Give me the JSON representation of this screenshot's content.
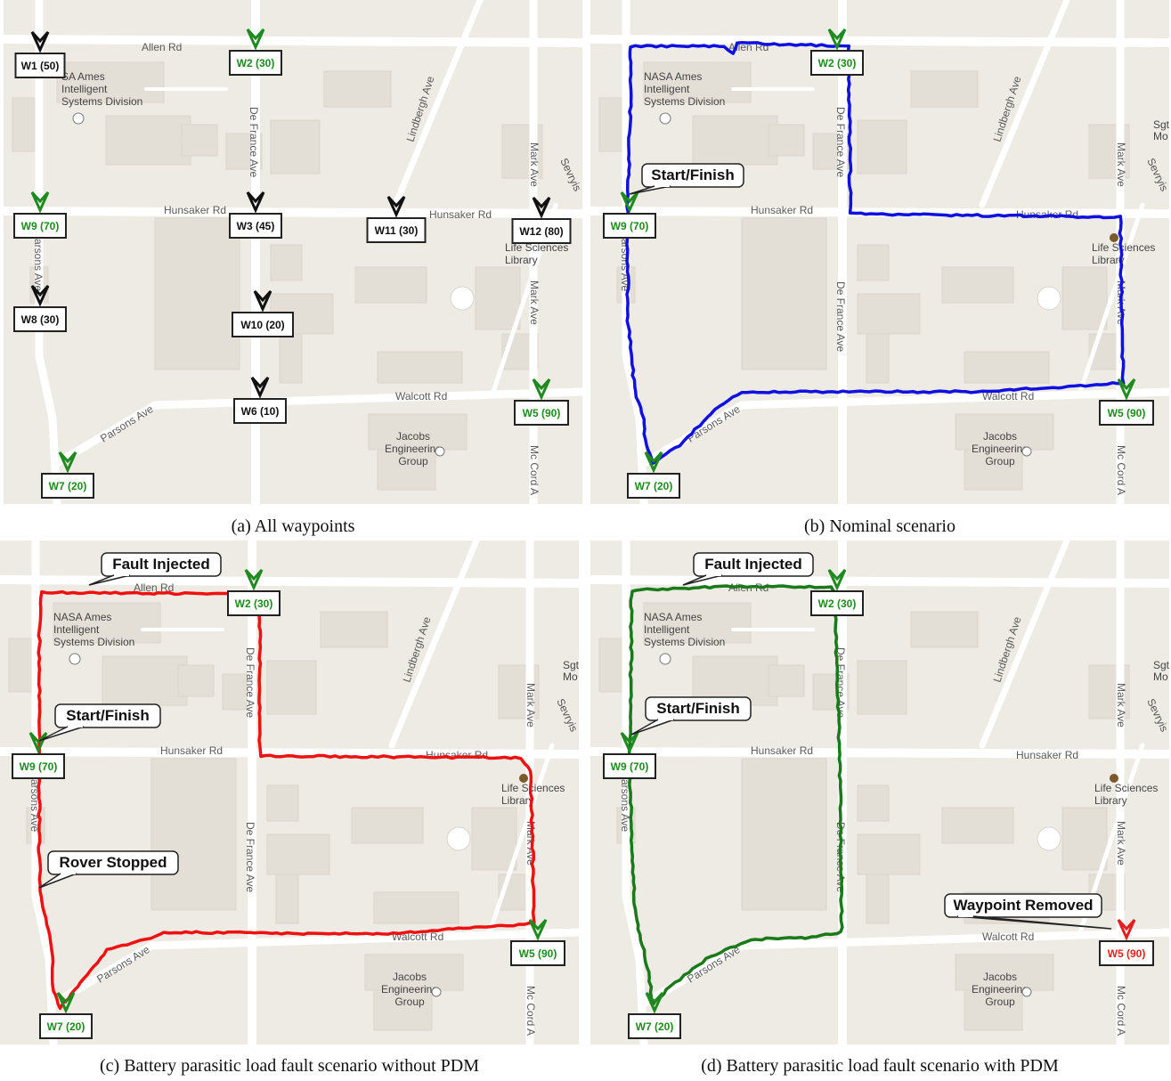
{
  "map_labels": {
    "allen": "Allen Rd",
    "hunsaker": "Hunsaker Rd",
    "walcott": "Walcott Rd",
    "defrance": "De France Ave",
    "lindbergh": "Lindbergh Ave",
    "mark": "Mark Ave",
    "parsons": "Parsons Ave",
    "parsons_st": "arsons Ave",
    "mccord": "Mc Cord A",
    "nasa": [
      "NASA Ames",
      "Intelligent",
      "Systems Division"
    ],
    "nasa_a": [
      "SA Ames",
      "Intelligent",
      "Systems Division"
    ],
    "life": [
      "Life Sciences",
      "Library"
    ],
    "jacobs": [
      "Jacobs",
      "Engineering",
      "Group"
    ],
    "sgt": [
      "Sgt",
      "Mo"
    ],
    "sevry": "Sevryis"
  },
  "panels": [
    {
      "id": "a",
      "caption": "(a) All waypoints",
      "waypoints": [
        {
          "label": "W1 (50)",
          "color": "#111111"
        },
        {
          "label": "W2 (30)",
          "color": "#1f8a1f"
        },
        {
          "label": "W9 (70)",
          "color": "#1f8a1f"
        },
        {
          "label": "W3 (45)",
          "color": "#111111"
        },
        {
          "label": "W11 (30)",
          "color": "#111111"
        },
        {
          "label": "W12 (80)",
          "color": "#111111"
        },
        {
          "label": "W8 (30)",
          "color": "#111111"
        },
        {
          "label": "W10 (20)",
          "color": "#111111"
        },
        {
          "label": "W6 (10)",
          "color": "#111111"
        },
        {
          "label": "W5 (90)",
          "color": "#1f8a1f"
        },
        {
          "label": "W7 (20)",
          "color": "#1f8a1f"
        }
      ],
      "callouts": []
    },
    {
      "id": "b",
      "caption": "(b) Nominal scenario",
      "path_color": "#1010e0",
      "waypoints": [
        {
          "label": "W2 (30)",
          "color": "#1f8a1f"
        },
        {
          "label": "W9 (70)",
          "color": "#1f8a1f"
        },
        {
          "label": "W5 (90)",
          "color": "#1f8a1f"
        },
        {
          "label": "W7 (20)",
          "color": "#1f8a1f"
        }
      ],
      "callouts": [
        "Start/Finish"
      ]
    },
    {
      "id": "c",
      "caption": "(c) Battery parasitic load fault scenario without PDM",
      "path_color": "#ee1111",
      "waypoints": [
        {
          "label": "W2 (30)",
          "color": "#1f8a1f"
        },
        {
          "label": "W9 (70)",
          "color": "#1f8a1f"
        },
        {
          "label": "W5 (90)",
          "color": "#1f8a1f"
        },
        {
          "label": "W7 (20)",
          "color": "#1f8a1f"
        }
      ],
      "callouts": [
        "Fault Injected",
        "Start/Finish",
        "Rover Stopped"
      ]
    },
    {
      "id": "d",
      "caption": "(d) Battery parasitic load fault scenario with PDM",
      "path_color": "#1a7a1a",
      "waypoints": [
        {
          "label": "W2 (30)",
          "color": "#1f8a1f"
        },
        {
          "label": "W9 (70)",
          "color": "#1f8a1f"
        },
        {
          "label": "W7 (20)",
          "color": "#1f8a1f"
        },
        {
          "label": "W5 (90)",
          "color": "#e02020"
        }
      ],
      "callouts": [
        "Fault Injected",
        "Start/Finish",
        "Waypoint Removed"
      ]
    }
  ]
}
